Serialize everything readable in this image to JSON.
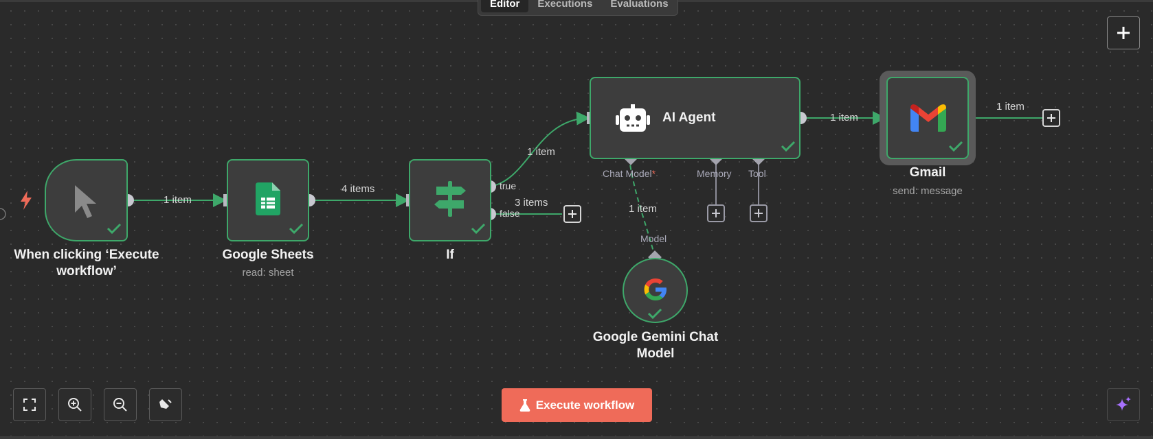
{
  "tabs": [
    "Editor",
    "Executions",
    "Evaluations"
  ],
  "active_tab": "Editor",
  "nodes": {
    "trigger": {
      "title": "When clicking ‘Execute workflow’",
      "icon": "cursor-icon"
    },
    "sheets": {
      "title": "Google Sheets",
      "subtitle": "read: sheet",
      "icon": "google-sheets-icon"
    },
    "if": {
      "title": "If",
      "icon": "signpost-icon",
      "outputs": [
        "true",
        "false"
      ]
    },
    "agent": {
      "title": "AI Agent",
      "icon": "robot-icon",
      "ports": [
        "Chat Model",
        "Memory",
        "Tool"
      ],
      "required_mark": "*"
    },
    "gmail": {
      "title": "Gmail",
      "subtitle": "send: message",
      "icon": "gmail-icon"
    },
    "gemini": {
      "title": "Google Gemini Chat Model",
      "port": "Model",
      "icon": "google-g-icon"
    }
  },
  "edges": {
    "trigger_to_sheets": "1 item",
    "sheets_to_if": "4 items",
    "if_true_to_agent": "1 item",
    "if_false": "3 items",
    "agent_to_gmail": "1 item",
    "gmail_out": "1 item",
    "gemini_to_agent": "1 item"
  },
  "execute_button": {
    "label": "Execute workflow",
    "icon": "flask-icon"
  },
  "controls": [
    "fit-view-icon",
    "zoom-in-icon",
    "zoom-out-icon",
    "clear-icon"
  ],
  "colors": {
    "success": "#3ea86a",
    "accent": "#ef6b59",
    "canvas": "#2a2a2a"
  }
}
